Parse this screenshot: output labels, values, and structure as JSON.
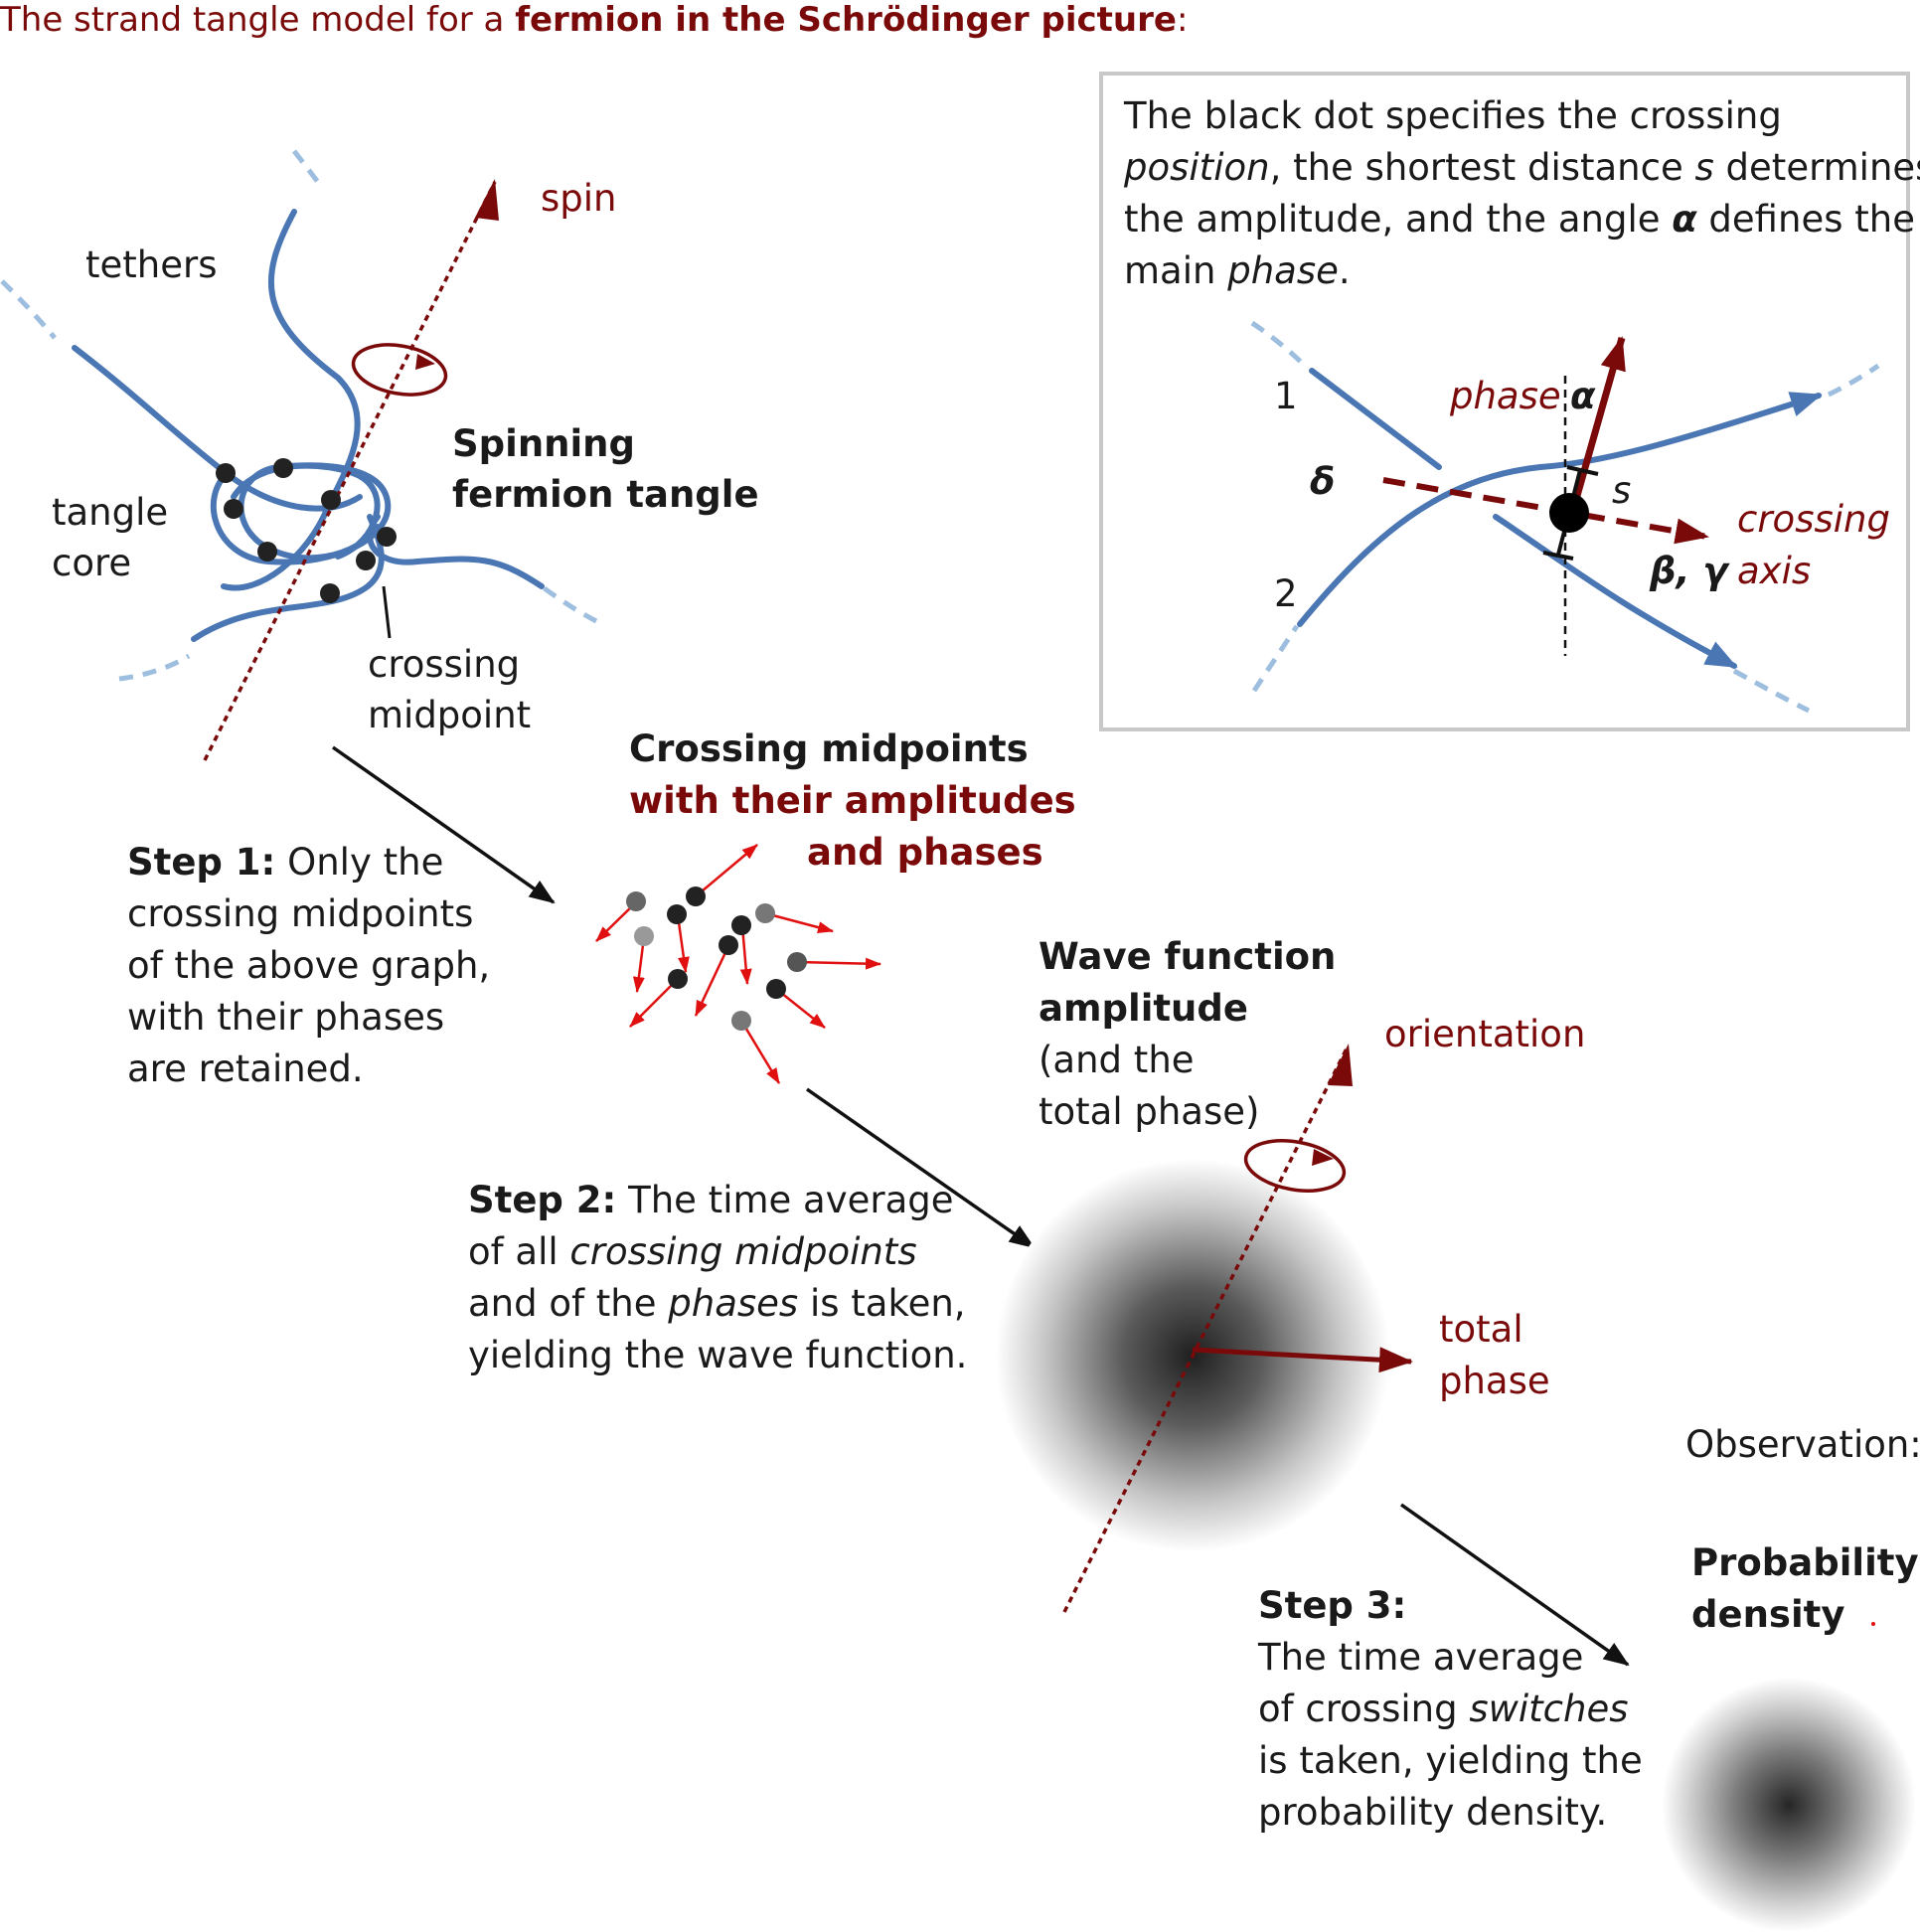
{
  "title": {
    "prefix": "The strand tangle model for a ",
    "bold": "fermion in the Schrödinger picture",
    "suffix": ":"
  },
  "tangle": {
    "tethers_label": "tethers",
    "spin_label": "spin",
    "core_label_1": "tangle",
    "core_label_2": "core",
    "spinning_label_1": "Spinning",
    "spinning_label_2": "fermion tangle",
    "crossing_label_1": "crossing",
    "crossing_label_2": "midpoint"
  },
  "inset": {
    "text_line_1": "The black dot specifies the crossing",
    "text_line_2_italic": "position",
    "text_line_2_rest": ", the shortest distance ",
    "text_line_2_s": "s",
    "text_line_2_end": " determines",
    "text_line_3_start": "the amplitude, and the angle ",
    "text_line_3_alpha": "α",
    "text_line_3_end": " defines the",
    "text_line_4_start": "main ",
    "text_line_4_italic": "phase",
    "text_line_4_end": ".",
    "strand_1": "1",
    "strand_2": "2",
    "phase_label": "phase",
    "alpha_label": "α",
    "delta_label": "δ",
    "s_label": "s",
    "crossing_axis_1": "crossing",
    "crossing_axis_2": "axis",
    "beta_gamma_label": "β, γ"
  },
  "midpoints": {
    "heading_1": "Crossing midpoints",
    "heading_2": "with their amplitudes",
    "heading_3": "and phases"
  },
  "step1": {
    "bold": "Step 1:",
    "line_1_rest": " Only the",
    "line_2": "crossing midpoints",
    "line_3": "of the above graph,",
    "line_4": "with their phases",
    "line_5": "are retained."
  },
  "wave": {
    "heading_1": "Wave function",
    "heading_2": "amplitude",
    "line_3": "(and the",
    "line_4": "total phase)",
    "orientation_label": "orientation",
    "total_phase_1": "total",
    "total_phase_2": "phase"
  },
  "step2": {
    "bold": "Step 2:",
    "line_1_rest": " The time average",
    "line_2_start": "of all ",
    "line_2_italic": "crossing midpoints",
    "line_3_start": "and of the ",
    "line_3_italic": "phases",
    "line_3_end": " is taken,",
    "line_4": "yielding the wave function."
  },
  "observation": {
    "label": "Observation:",
    "heading_1": "Probability",
    "heading_2": "density"
  },
  "step3": {
    "bold": "Step 3:",
    "line_1": "The time average",
    "line_2_start": "of crossing ",
    "line_2_italic": "switches",
    "line_3": "is taken, yielding the",
    "line_4": "probability density."
  },
  "colors": {
    "strand_blue": "#4a76b3",
    "tether_light": "#9dbedf",
    "accent_red": "#7a0a0a",
    "arrow_red": "#e01010",
    "text": "#1a1a1a"
  }
}
